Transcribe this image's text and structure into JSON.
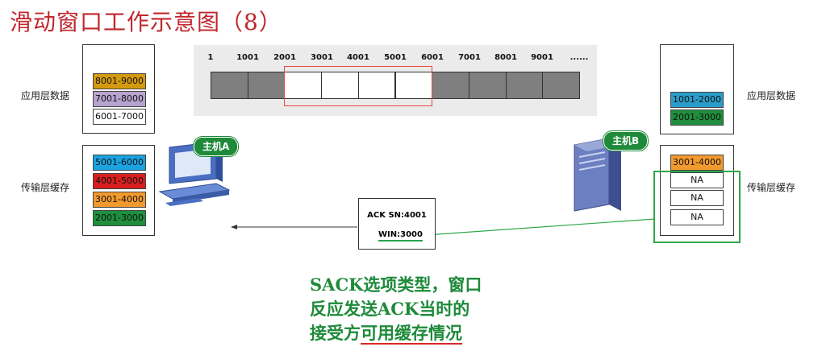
{
  "title": "滑动窗口工作示意图（8）",
  "left": {
    "app_label": "应用层数据",
    "transport_label": "传输层缓存",
    "host_label": "主机A",
    "app_cells": [
      {
        "text": "8001-9000",
        "color": "#d49a0e"
      },
      {
        "text": "7001-8000",
        "color": "#b7a3cf"
      },
      {
        "text": "6001-7000",
        "color": "#ffffff"
      }
    ],
    "buffer_cells": [
      {
        "text": "5001-6000",
        "color": "#1aa3e0"
      },
      {
        "text": "4001-5000",
        "color": "#d81f1f"
      },
      {
        "text": "3001-4000",
        "color": "#f39a2e"
      },
      {
        "text": "2001-3000",
        "color": "#1f8f3e"
      }
    ]
  },
  "right": {
    "app_label": "应用层数据",
    "transport_label": "传输层缓存",
    "host_label": "主机B",
    "app_cells": [
      {
        "text": "1001-2000",
        "color": "#2b9cc9"
      },
      {
        "text": "2001-3000",
        "color": "#1f8f3e"
      }
    ],
    "buffer_cells": [
      {
        "text": "3001-4000",
        "color": "#f39a2e"
      },
      {
        "text": "NA",
        "color": "#ffffff"
      },
      {
        "text": "NA",
        "color": "#ffffff"
      },
      {
        "text": "NA",
        "color": "#ffffff"
      }
    ]
  },
  "sequence": {
    "labels": [
      "1",
      "1001",
      "2001",
      "3001",
      "4001",
      "5001",
      "6001",
      "7001",
      "8001",
      "9001",
      "......"
    ],
    "segments": [
      "gray",
      "gray",
      "white",
      "white",
      "white",
      "white",
      "gray",
      "gray",
      "gray",
      "gray"
    ]
  },
  "ack": {
    "line1": "ACK SN:4001",
    "line2": "WIN:3000"
  },
  "caption": {
    "line1": "SACK选项类型，窗口",
    "line2": "反应发送ACK当时的",
    "line3_prefix": "接受方",
    "line3_highlight": "可用缓存情况"
  },
  "colors": {
    "title_red": "#c0272d",
    "caption_green": "#1e8a3a",
    "frame_green": "#2ea84a",
    "window_red": "#e8463a",
    "segment_gray": "#7f7f7f"
  }
}
